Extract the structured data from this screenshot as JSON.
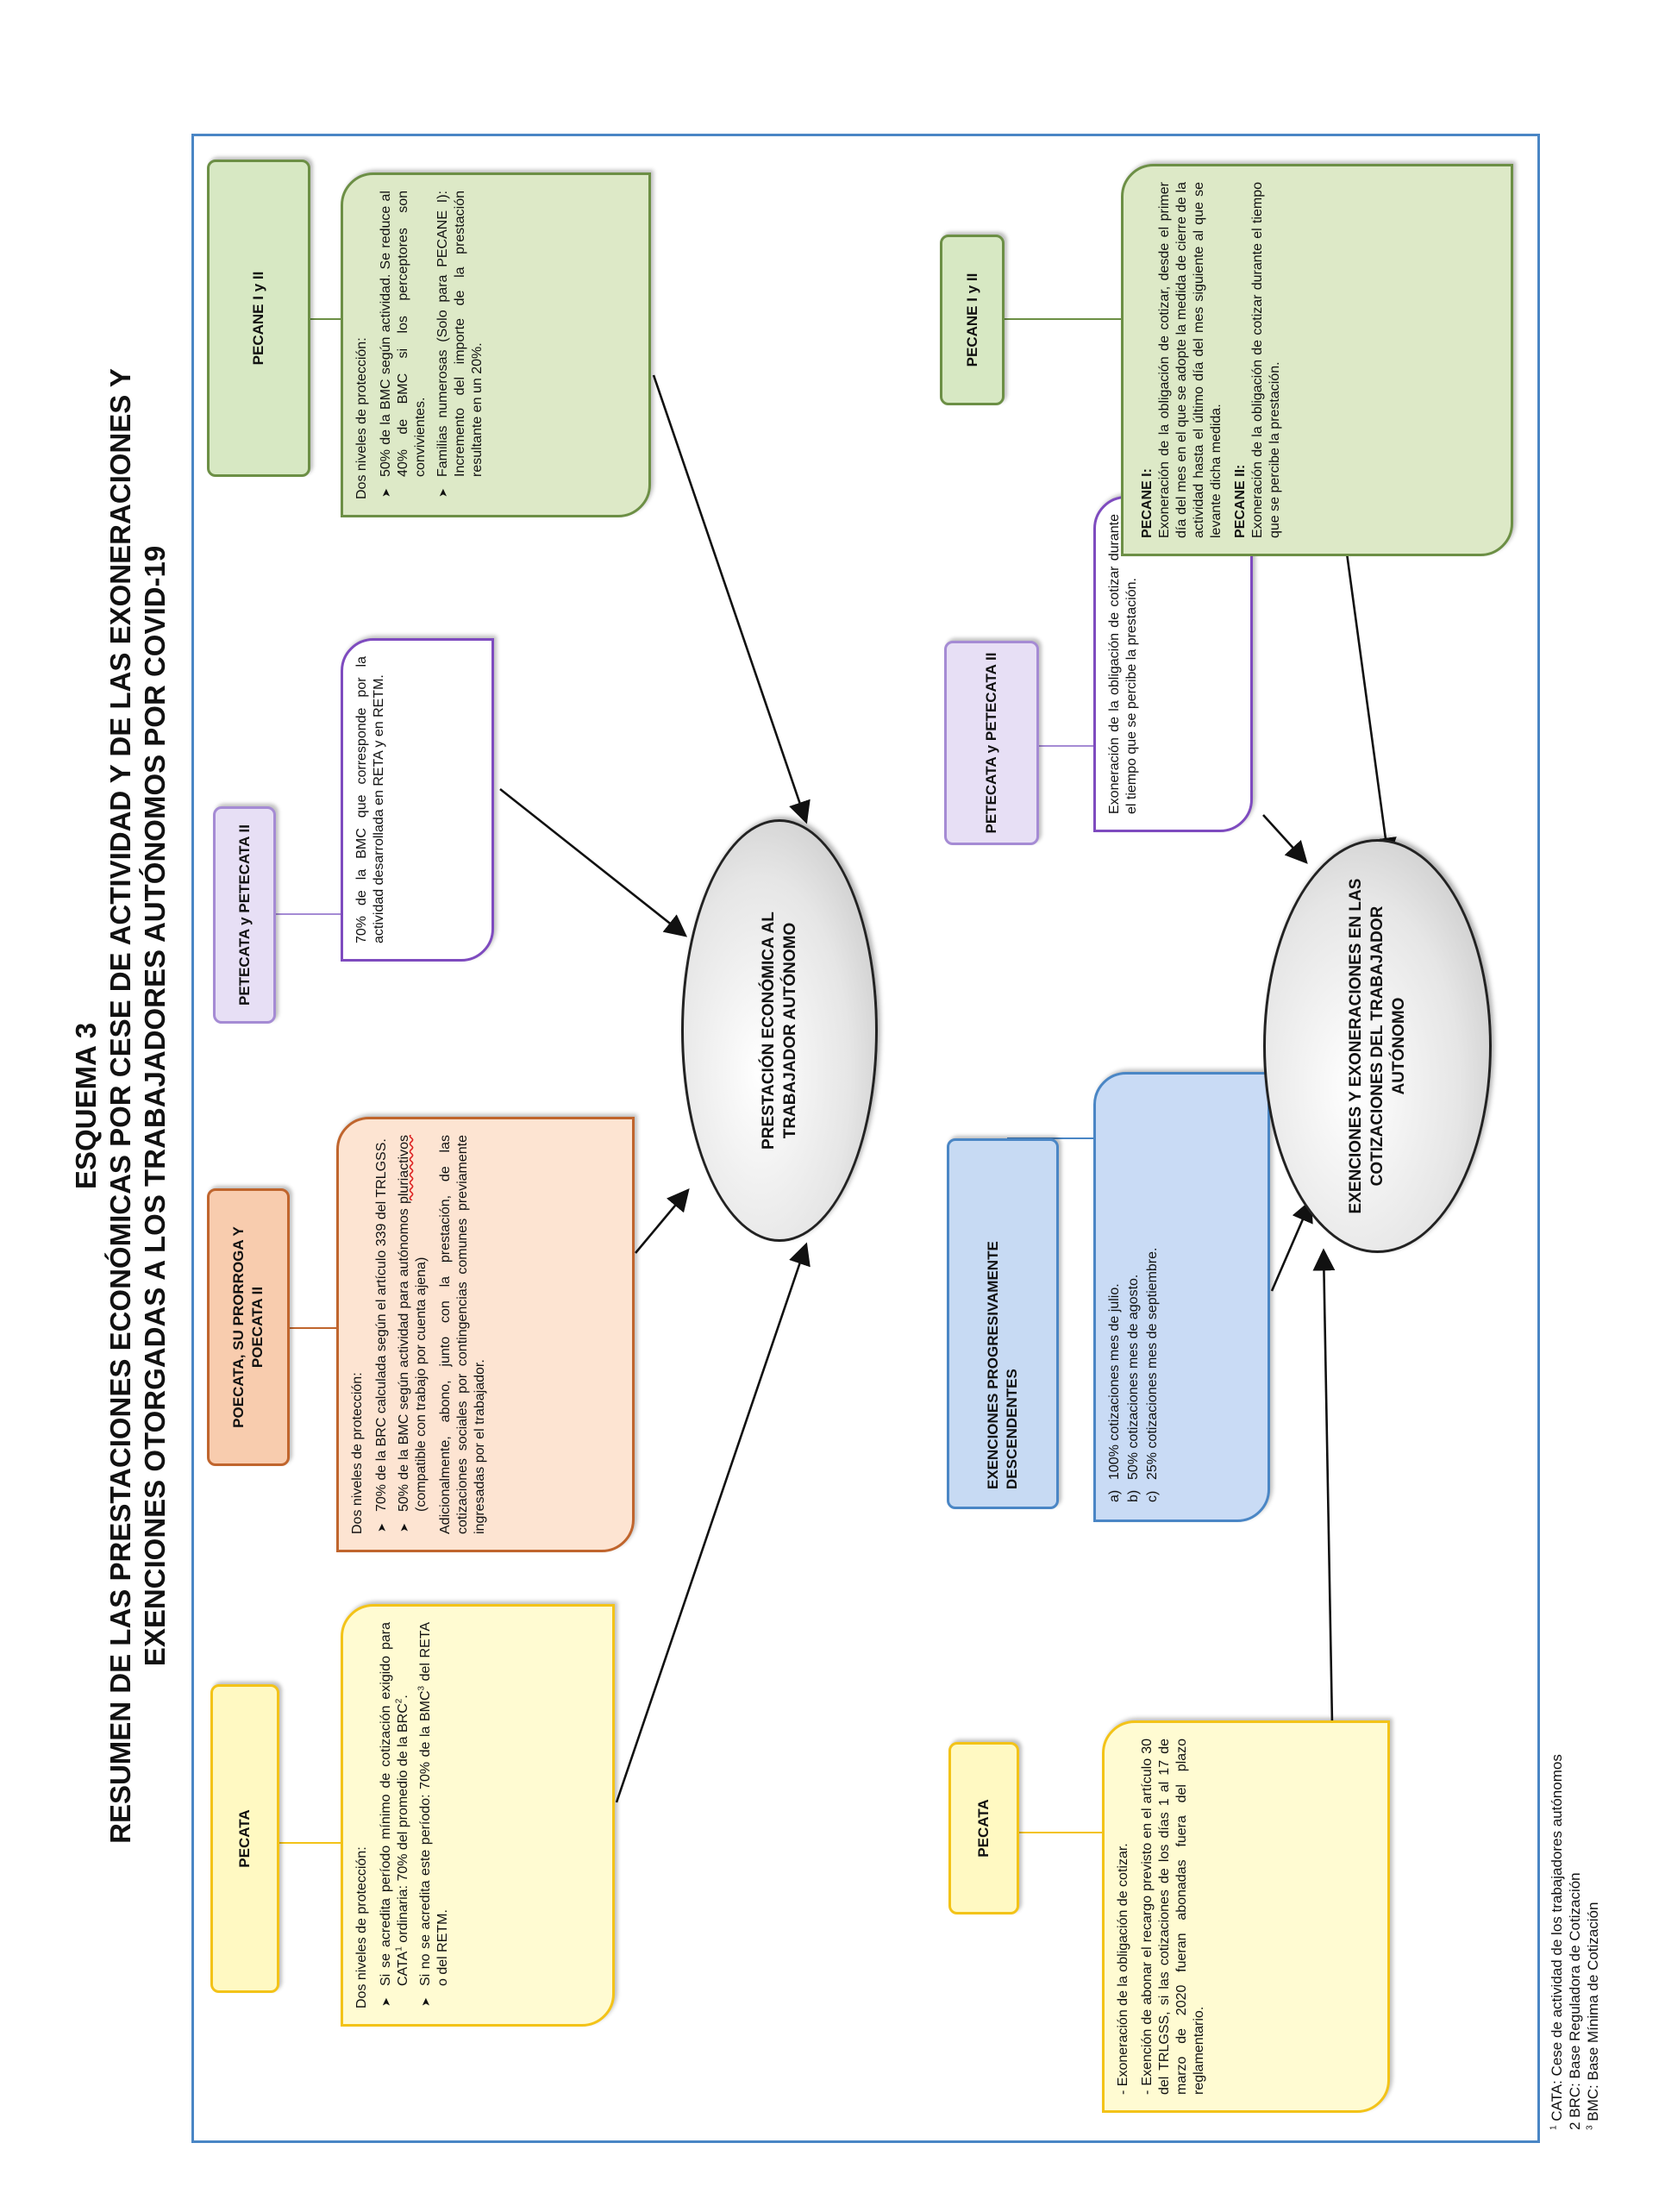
{
  "title": {
    "scheme": "ESQUEMA 3",
    "line1": "RESUMEN DE LAS PRESTACIONES ECONÓMICAS POR CESE DE ACTIVIDAD Y DE LAS EXONERACIONES Y",
    "line2": "EXENCIONES OTORGADAS A LOS TRABAJADORES AUTÓNOMOS POR COVID-19"
  },
  "prestacion": {
    "center": "PRESTACIÓN ECONÓMICA AL TRABAJADOR AUTÓNOMO",
    "pecata": {
      "tab": "PECATA",
      "intro": "Dos niveles de protección:",
      "items": [
        "Si se acredita período mínimo de cotización exigido para CATA",
        " ordinaria: 70% del promedio de la BRC",
        ".",
        "Si no se acredita este período: 70% de la BMC",
        " del RETA o del RETM."
      ],
      "sup1": "1",
      "sup2": "2",
      "sup3": "3"
    },
    "poecata": {
      "tab": "POECATA, SU PRORROGA Y POECATA II",
      "intro": "Dos niveles de protección:",
      "item1": "70% de la BRC calculada según el artículo 339 del TRLGSS.",
      "item2a": "50% de la BMC según actividad para autónomos ",
      "item2b": "pluriactivos",
      "item2c": " (compatible con trabajo por cuenta ajena)",
      "extra": "Adicionalmente, abono, junto con la prestación, de las cotizaciones sociales por contingencias comunes previamente ingresadas por el trabajador."
    },
    "petecata": {
      "tab": "PETECATA y PETECATA II",
      "text": "70% de la BMC que corresponde por la actividad desarrollada en RETA y en RETM."
    },
    "pecane": {
      "tab": "PECANE I y II",
      "intro": "Dos niveles de protección:",
      "item1": "50% de la BMC según actividad. Se reduce al 40% de BMC si los perceptores son convivientes.",
      "item2": "Familias numerosas (Solo para PECANE I): Incremento del importe de la prestación resultante en un 20%."
    }
  },
  "exenciones": {
    "center": "EXENCIONES Y EXONERACIONES EN LAS COTIZACIONES DEL TRABAJADOR AUTÓNOMO",
    "pecata": {
      "tab": "PECATA",
      "item1": "Exoneración de la obligación de cotizar.",
      "item2": "Exención de abonar el recargo previsto en el artículo 30 del TRLGSS, si las cotizaciones de los días 1 al 17 de marzo de 2020 fueran abonadas fuera del plazo reglamentario.",
      "dash": "-"
    },
    "progresivas": {
      "tab": "EXENCIONES PROGRESIVAMENTE DESCENDENTES",
      "items": [
        {
          "marker": "a)",
          "text": "100% cotizaciones mes de julio."
        },
        {
          "marker": "b)",
          "text": "50% cotizaciones mes de agosto."
        },
        {
          "marker": "c)",
          "text": "25% cotizaciones mes de septiembre."
        }
      ]
    },
    "petecata": {
      "tab": "PETECATA y PETECATA II",
      "text": "Exoneración de la obligación de cotizar durante el tiempo que se percibe la prestación."
    },
    "pecane": {
      "tab": "PECANE I y II",
      "head1": "PECANE I:",
      "text1": "Exoneración de la obligación de cotizar, desde el primer día del mes en el que se adopte la medida de cierre de la actividad hasta el último día del mes siguiente al que se levante dicha medida.",
      "head2": "PECANE II:",
      "text2": "Exoneración de la obligación de cotizar durante el tiempo que se percibe la prestación."
    }
  },
  "footnotes": [
    {
      "num": "1",
      "text": " CATA: Cese de actividad de los trabajadores autónomos"
    },
    {
      "num": "2",
      "text": " BRC: Base Reguladora de Cotización"
    },
    {
      "num": "3",
      "text": " BMC: Base Mínima de Cotización"
    }
  ],
  "colors": {
    "frame": "#4a86c5",
    "yellow": "#f3c318",
    "orange": "#c0652d",
    "purple": "#7e4bbf",
    "green": "#6c8f45",
    "blue": "#4a86c5"
  }
}
